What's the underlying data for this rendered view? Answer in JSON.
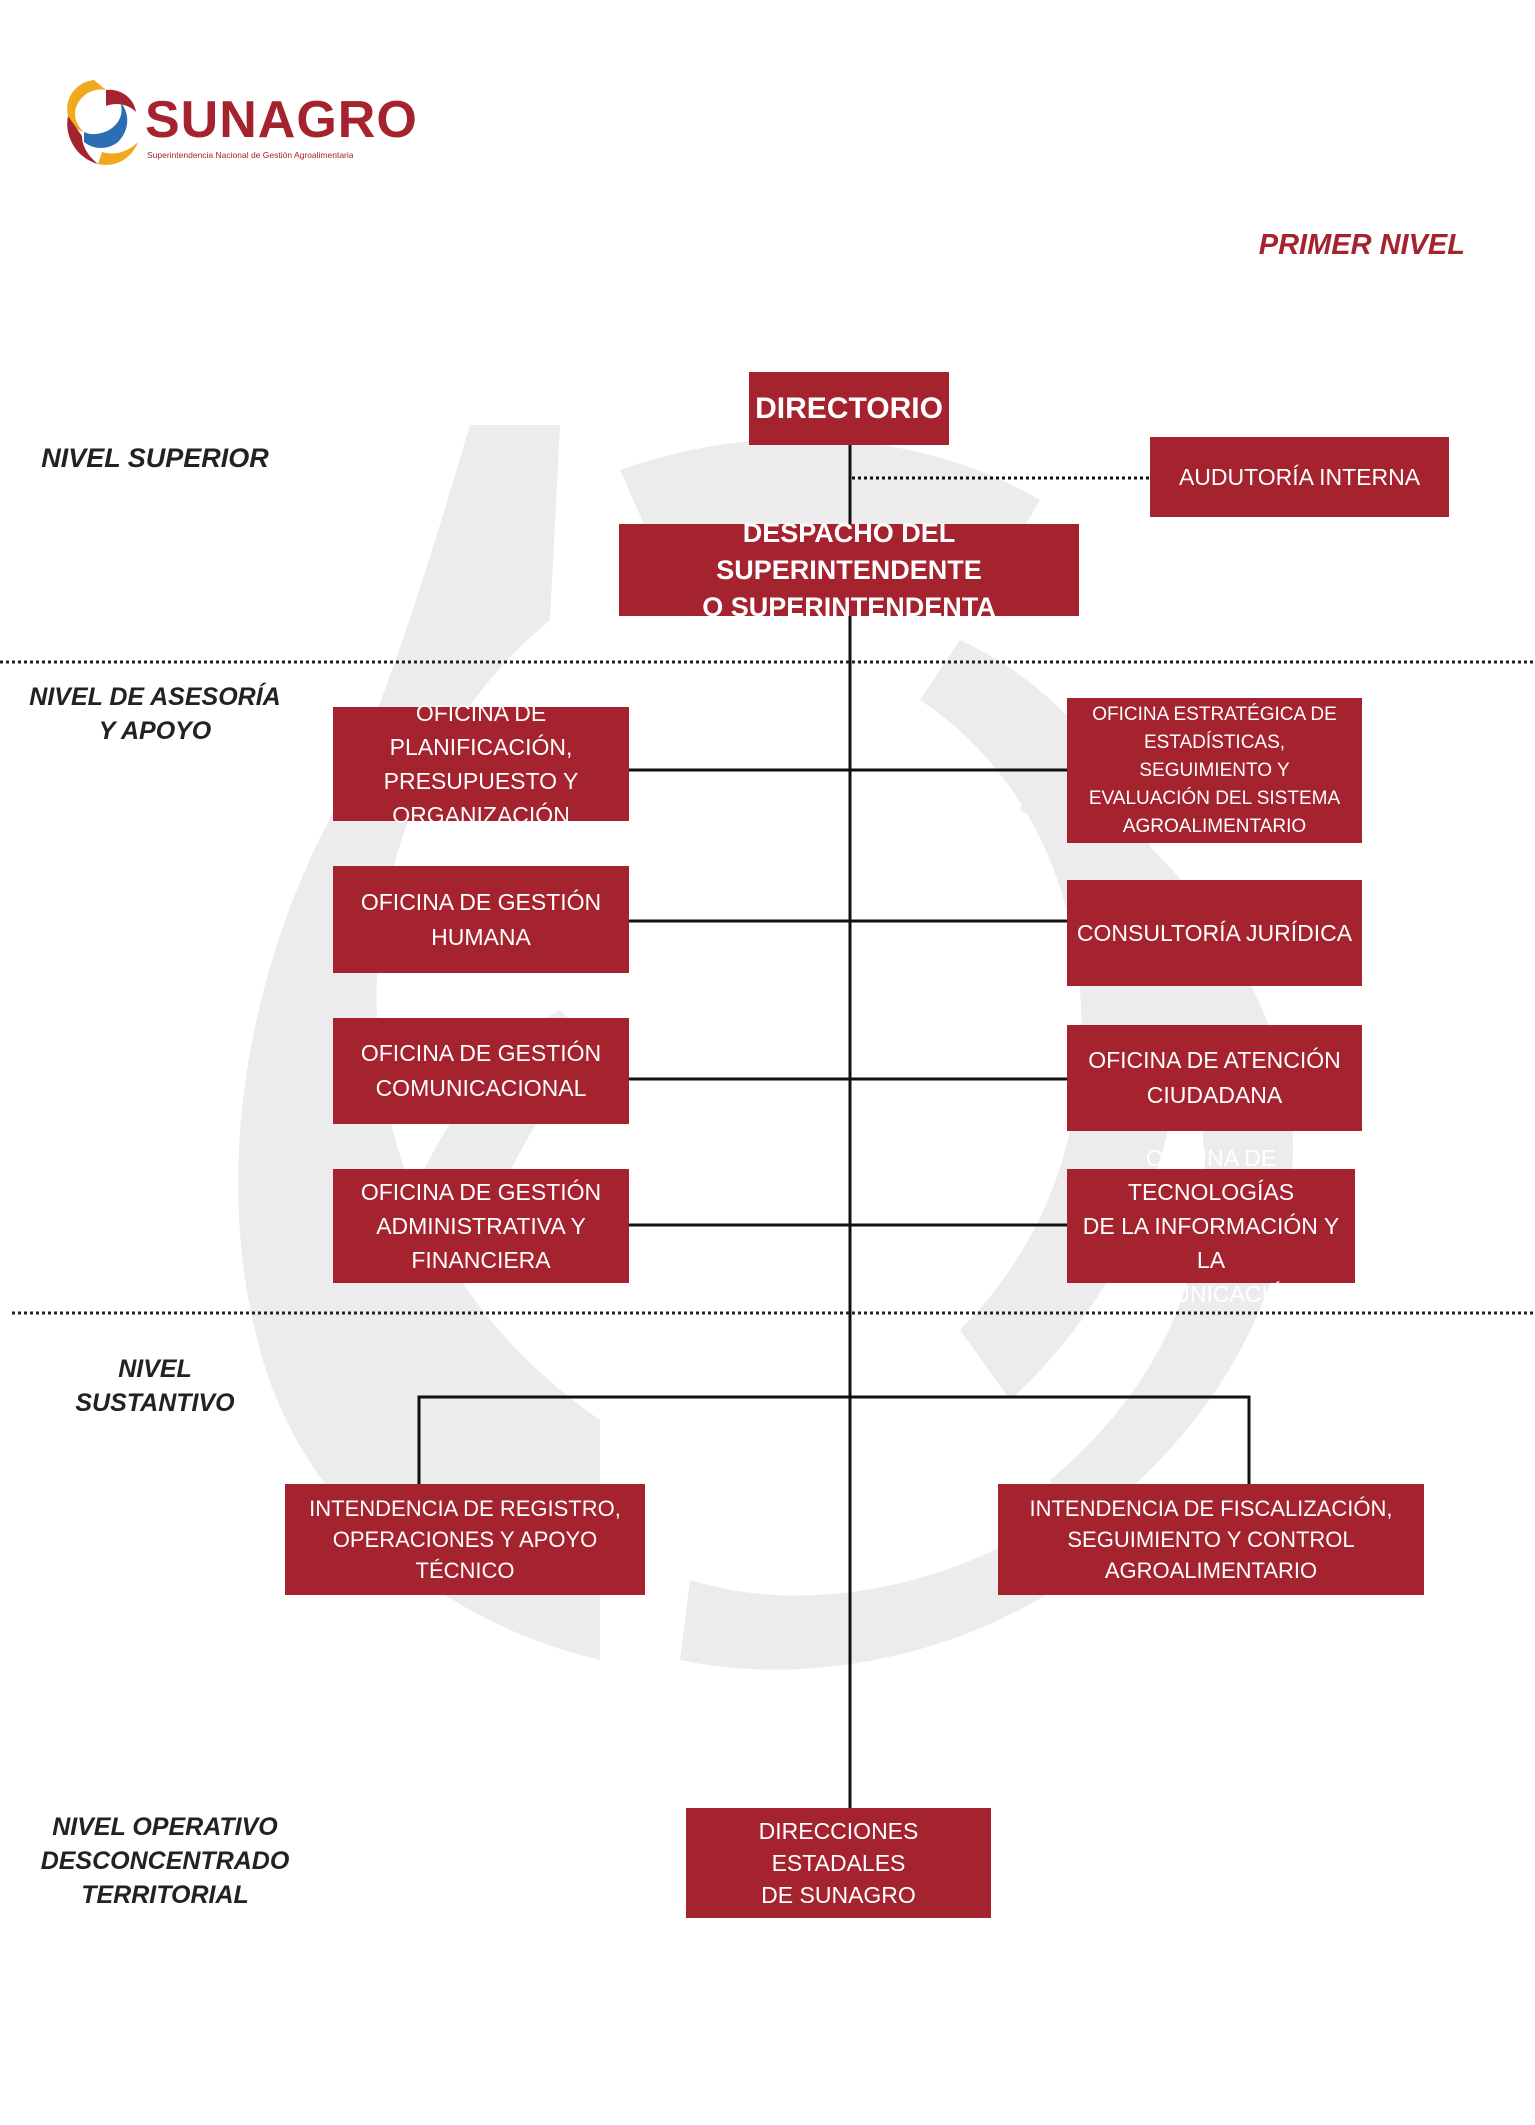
{
  "logo": {
    "name": "SUNAGRO",
    "subtitle": "Superintendencia Nacional de Gestión Agroalimentaria",
    "icon": "sunagro-swirl-logo"
  },
  "header": {
    "primer_nivel": "PRIMER NIVEL"
  },
  "levels": {
    "superior": "NIVEL SUPERIOR",
    "asesoria_l1": "NIVEL DE ASESORÍA",
    "asesoria_l2": "Y APOYO",
    "sustantivo_l1": "NIVEL",
    "sustantivo_l2": "SUSTANTIVO",
    "operativo_l1": "NIVEL OPERATIVO",
    "operativo_l2": "DESCONCENTRADO",
    "operativo_l3": "TERRITORIAL"
  },
  "units": {
    "directorio": "DIRECTORIO",
    "auditoria": "AUDUTORÍA INTERNA",
    "despacho_l1": "DESPACHO DEL SUPERINTENDENTE",
    "despacho_l2": "O SUPERINTENDENTA",
    "planificacion": [
      "OFICINA DE PLANIFICACIÓN,",
      "PRESUPUESTO Y",
      "ORGANIZACIÓN"
    ],
    "estrategica": [
      "OFICINA ESTRATÉGICA DE",
      "ESTADÍSTICAS, SEGUIMIENTO Y",
      "EVALUACIÓN DEL SISTEMA",
      "AGROALIMENTARIO"
    ],
    "gestion_humana": [
      "OFICINA DE GESTIÓN",
      "HUMANA"
    ],
    "consultoria": [
      "CONSULTORÍA JURÍDICA"
    ],
    "comunicacional": [
      "OFICINA DE GESTIÓN",
      "COMUNICACIONAL"
    ],
    "atencion": [
      "OFICINA DE ATENCIÓN",
      "CIUDADANA"
    ],
    "administrativa": [
      "OFICINA DE GESTIÓN",
      "ADMINISTRATIVA Y",
      "FINANCIERA"
    ],
    "tecnologias": [
      "OFICINA DE TECNOLOGÍAS",
      "DE LA INFORMACIÓN Y LA",
      "COMUNICACIÓN"
    ],
    "registro": [
      "INTENDENCIA DE REGISTRO,",
      "OPERACIONES Y APOYO TÉCNICO"
    ],
    "fiscalizacion": [
      "INTENDENCIA DE FISCALIZACIÓN,",
      "SEGUIMIENTO Y CONTROL",
      "AGROALIMENTARIO"
    ],
    "direcciones": [
      "DIRECCIONES ESTADALES",
      "DE SUNAGRO"
    ]
  },
  "colors": {
    "brand": "#a5222f",
    "watermark": "#ebebeb",
    "line": "#111111"
  }
}
